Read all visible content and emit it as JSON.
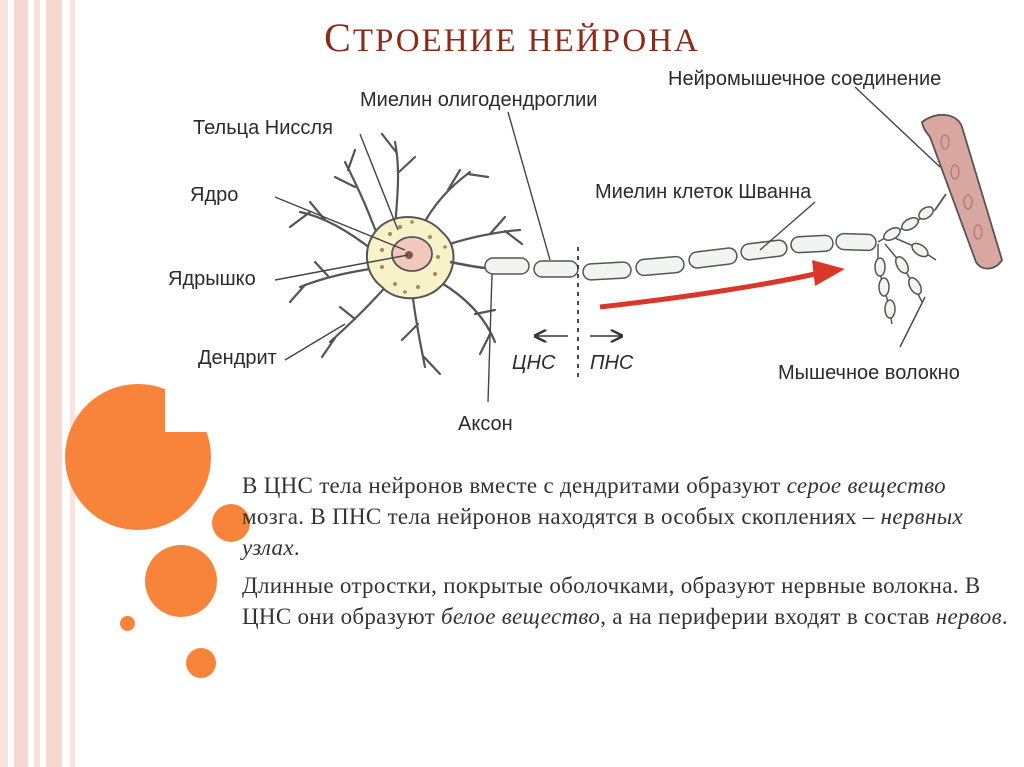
{
  "slide": {
    "title_first": "С",
    "title_rest": "ТРОЕНИЕ НЕЙРОНА"
  },
  "diagram": {
    "labels": {
      "nissl": "Тельца Ниссля",
      "nucleus": "Ядро",
      "nucleolus": "Ядрышко",
      "dendrite": "Дендрит",
      "axon": "Аксон",
      "oligo_myelin": "Миелин олигодендроглии",
      "schwann_myelin": "Миелин клеток Шванна",
      "nmj": "Нейромышечное соединение",
      "muscle_fiber": "Мышечное волокно",
      "cns": "ЦНС",
      "pns": "ПНС"
    },
    "colors": {
      "cell_fill": "#f7f2c8",
      "nucleus_fill": "#f0c9bc",
      "muscle_fill": "#d8a8a0",
      "arrow_red": "#d8372a",
      "myelin_fill": "#f2f4f0"
    }
  },
  "text": {
    "p1": {
      "a": "В ЦНС тела нейронов вместе с дендритами образуют ",
      "b": "серое вещество",
      "c": " мозга. В ПНС тела нейронов находятся в особых скоплениях – ",
      "d": "нервных узлах",
      "e": "."
    },
    "p2": {
      "a": "Длинные отростки, покрытые оболочками, образуют нервные волокна. В ЦНС они образуют ",
      "b": "белое вещество",
      "c": ", а на периферии входят в состав ",
      "d": "нервов",
      "e": "."
    }
  },
  "theme": {
    "accent": "#f7843a",
    "title_color": "#8b2a18",
    "stripe_color": "#f6d8d0"
  }
}
